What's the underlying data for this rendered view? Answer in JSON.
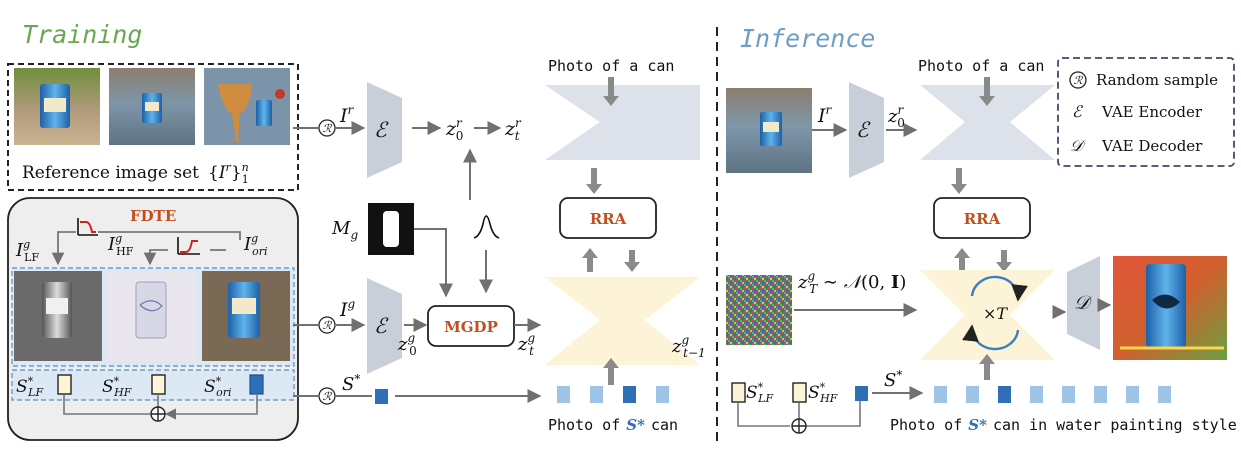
{
  "headers": {
    "training": "Training",
    "inference": "Inference",
    "training_color": "#6aa84f",
    "inference_color": "#6d9ec7"
  },
  "training": {
    "reference_caption": "Reference image set",
    "reference_set_symbol": "{I^r}_1^n",
    "fdte_title": "FDTE",
    "labels": {
      "i_lf": "I_LF^g",
      "i_hf": "I_HF^g",
      "i_ori": "I_ori^g",
      "i_r": "I^r",
      "i_g": "I^g",
      "s_star": "S^*",
      "m_g": "M_g",
      "z0_r": "z_0^r",
      "zt_r": "z_t^r",
      "z0_g": "z_0^g",
      "zt_g": "z_t^g",
      "zt1_g": "z_{t-1}^g",
      "s_lf": "S_LF^*",
      "s_hf": "S_HF^*",
      "s_ori": "S_ori^*"
    },
    "encoder_symbol": "ℰ",
    "mgdp_label": "MGDP",
    "rra_label": "RRA",
    "prompt_top": "Photo of a can",
    "prompt_bottom_pre": "Photo of",
    "prompt_bottom_token": "S*",
    "prompt_bottom_post": "can"
  },
  "inference": {
    "labels": {
      "i_r": "I^r",
      "z0_r": "z_0^r",
      "zT_g": "z_T^g ~ N(0, I)",
      "s_lf": "S_LF^*",
      "s_hf": "S_HF^*",
      "s_star": "S^*"
    },
    "encoder_symbol": "ℰ",
    "decoder_symbol": "𝒟",
    "rra_label": "RRA",
    "loop_label": "×T",
    "prompt_top": "Photo of a can",
    "prompt_bottom_pre": "Photo of",
    "prompt_bottom_token": "S*",
    "prompt_bottom_post": "can in water painting style"
  },
  "legend": {
    "items": [
      {
        "symbol": "ℛ",
        "text": "Random sample"
      },
      {
        "symbol": "ℰ",
        "text": "VAE Encoder"
      },
      {
        "symbol": "𝒟",
        "text": "VAE Decoder"
      }
    ]
  },
  "colors": {
    "accent_orange": "#c0501f",
    "token_dark": "#2e6fb7",
    "token_light": "#9dc3e6",
    "encoder_gray": "#c9cfd9",
    "unet_gray": "#dde2ea",
    "unet_yellow": "#fdf3d6",
    "fdte_bg": "#eeeeee",
    "strip_bg": "#dce9f5"
  }
}
